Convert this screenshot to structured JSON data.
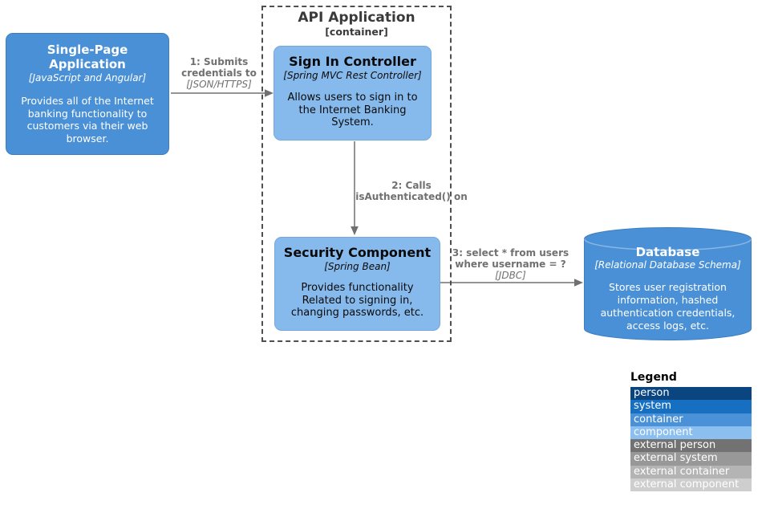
{
  "colors": {
    "container_fill": "#4a90d6",
    "component_fill": "#87baec",
    "relationship": "#707070",
    "boundary_border": "#4f4f4f"
  },
  "diagram": {
    "spa": {
      "title": "Single-Page Application",
      "tech": "[JavaScript and Angular]",
      "description": "Provides all of the Internet banking functionality to customers via their web browser."
    },
    "api_boundary": {
      "title": "API Application",
      "tech": "[container]"
    },
    "sign_in_controller": {
      "title": "Sign In Controller",
      "tech": "[Spring MVC Rest Controller]",
      "description": "Allows users to sign in to the Internet Banking System."
    },
    "security_component": {
      "title": "Security Component",
      "tech": "[Spring Bean]",
      "description": "Provides functionality Related to signing in, changing passwords, etc."
    },
    "database": {
      "title": "Database",
      "tech": "[Relational Database Schema]",
      "description": "Stores user registration information, hashed authentication credentials, access logs, etc."
    },
    "relationships": [
      {
        "label": "1: Submits credentials to",
        "tech": "[JSON/HTTPS]"
      },
      {
        "label": "2: Calls isAuthenticated() on",
        "tech": ""
      },
      {
        "label": "3: select * from users where username = ?",
        "tech": "[JDBC]"
      }
    ]
  },
  "legend": {
    "title": "Legend",
    "items": [
      {
        "label": "person",
        "color": "#0a4580"
      },
      {
        "label": "system",
        "color": "#176fc1"
      },
      {
        "label": "container",
        "color": "#4a91d7"
      },
      {
        "label": "component",
        "color": "#8bbff0"
      },
      {
        "label": "external person",
        "color": "#727272"
      },
      {
        "label": "external system",
        "color": "#989898"
      },
      {
        "label": "external container",
        "color": "#b4b4b4"
      },
      {
        "label": "external component",
        "color": "#cecece"
      }
    ]
  }
}
